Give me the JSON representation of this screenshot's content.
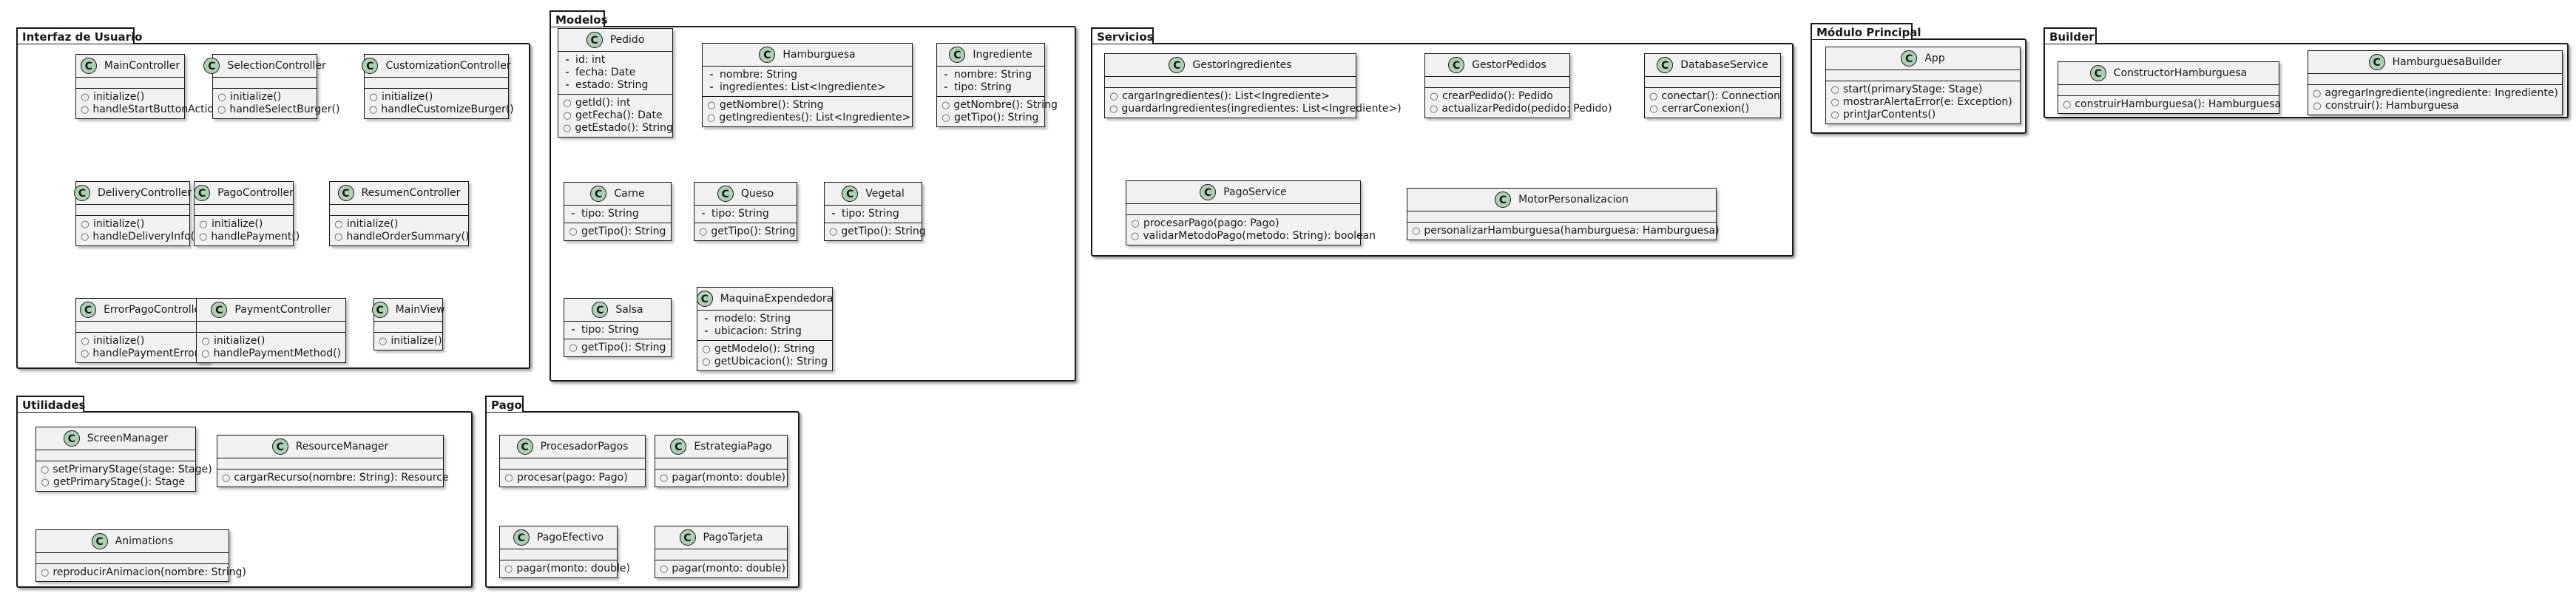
{
  "packages": [
    {
      "title": "Interfaz de Usuario",
      "classes": [
        {
          "name": "MainController",
          "attributes": [],
          "methods": [
            "initialize()",
            "handleStartButtonAction()"
          ]
        },
        {
          "name": "SelectionController",
          "attributes": [],
          "methods": [
            "initialize()",
            "handleSelectBurger()"
          ]
        },
        {
          "name": "CustomizationController",
          "attributes": [],
          "methods": [
            "initialize()",
            "handleCustomizeBurger()"
          ]
        },
        {
          "name": "DeliveryController",
          "attributes": [],
          "methods": [
            "initialize()",
            "handleDeliveryInfo()"
          ]
        },
        {
          "name": "PagoController",
          "attributes": [],
          "methods": [
            "initialize()",
            "handlePayment()"
          ]
        },
        {
          "name": "ResumenController",
          "attributes": [],
          "methods": [
            "initialize()",
            "handleOrderSummary()"
          ]
        },
        {
          "name": "ErrorPagoController",
          "attributes": [],
          "methods": [
            "initialize()",
            "handlePaymentError()"
          ]
        },
        {
          "name": "PaymentController",
          "attributes": [],
          "methods": [
            "initialize()",
            "handlePaymentMethod()"
          ]
        },
        {
          "name": "MainView",
          "attributes": [],
          "methods": [
            "initialize()"
          ]
        }
      ]
    },
    {
      "title": "Modelos",
      "classes": [
        {
          "name": "Pedido",
          "attributes": [
            "id: int",
            "fecha: Date",
            "estado: String"
          ],
          "methods": [
            "getId(): int",
            "getFecha(): Date",
            "getEstado(): String"
          ]
        },
        {
          "name": "Hamburguesa",
          "attributes": [
            "nombre: String",
            "ingredientes: List<Ingrediente>"
          ],
          "methods": [
            "getNombre(): String",
            "getIngredientes(): List<Ingrediente>"
          ]
        },
        {
          "name": "Ingrediente",
          "attributes": [
            "nombre: String",
            "tipo: String"
          ],
          "methods": [
            "getNombre(): String",
            "getTipo(): String"
          ]
        },
        {
          "name": "Carne",
          "attributes": [
            "tipo: String"
          ],
          "methods": [
            "getTipo(): String"
          ]
        },
        {
          "name": "Queso",
          "attributes": [
            "tipo: String"
          ],
          "methods": [
            "getTipo(): String"
          ]
        },
        {
          "name": "Vegetal",
          "attributes": [
            "tipo: String"
          ],
          "methods": [
            "getTipo(): String"
          ]
        },
        {
          "name": "Salsa",
          "attributes": [
            "tipo: String"
          ],
          "methods": [
            "getTipo(): String"
          ]
        },
        {
          "name": "MaquinaExpendedora",
          "attributes": [
            "modelo: String",
            "ubicacion: String"
          ],
          "methods": [
            "getModelo(): String",
            "getUbicacion(): String"
          ]
        }
      ]
    },
    {
      "title": "Servicios",
      "classes": [
        {
          "name": "GestorIngredientes",
          "attributes": [],
          "methods": [
            "cargarIngredientes(): List<Ingrediente>",
            "guardarIngredientes(ingredientes: List<Ingrediente>)"
          ]
        },
        {
          "name": "GestorPedidos",
          "attributes": [],
          "methods": [
            "crearPedido(): Pedido",
            "actualizarPedido(pedido: Pedido)"
          ]
        },
        {
          "name": "DatabaseService",
          "attributes": [],
          "methods": [
            "conectar(): Connection",
            "cerrarConexion()"
          ]
        },
        {
          "name": "PagoService",
          "attributes": [],
          "methods": [
            "procesarPago(pago: Pago)",
            "validarMetodoPago(metodo: String): boolean"
          ]
        },
        {
          "name": "MotorPersonalizacion",
          "attributes": [],
          "methods": [
            "personalizarHamburguesa(hamburguesa: Hamburguesa)"
          ]
        }
      ]
    },
    {
      "title": "Módulo Principal",
      "classes": [
        {
          "name": "App",
          "attributes": [],
          "methods": [
            "start(primaryStage: Stage)",
            "mostrarAlertaError(e: Exception)",
            "printJarContents()"
          ]
        }
      ]
    },
    {
      "title": "Builder",
      "classes": [
        {
          "name": "ConstructorHamburguesa",
          "attributes": [],
          "methods": [
            "construirHamburguesa(): Hamburguesa"
          ]
        },
        {
          "name": "HamburguesaBuilder",
          "attributes": [],
          "methods": [
            "agregarIngrediente(ingrediente: Ingrediente)",
            "construir(): Hamburguesa"
          ]
        }
      ]
    },
    {
      "title": "Utilidades",
      "classes": [
        {
          "name": "ScreenManager",
          "attributes": [],
          "methods": [
            "setPrimaryStage(stage: Stage)",
            "getPrimaryStage(): Stage"
          ]
        },
        {
          "name": "ResourceManager",
          "attributes": [],
          "methods": [
            "cargarRecurso(nombre: String): Resource"
          ]
        },
        {
          "name": "Animations",
          "attributes": [],
          "methods": [
            "reproducirAnimacion(nombre: String)"
          ]
        }
      ]
    },
    {
      "title": "Pago",
      "classes": [
        {
          "name": "ProcesadorPagos",
          "attributes": [],
          "methods": [
            "procesar(pago: Pago)"
          ]
        },
        {
          "name": "EstrategiaPago",
          "attributes": [],
          "methods": [
            "pagar(monto: double)"
          ]
        },
        {
          "name": "PagoEfectivo",
          "attributes": [],
          "methods": [
            "pagar(monto: double)"
          ]
        },
        {
          "name": "PagoTarjeta",
          "attributes": [],
          "methods": [
            "pagar(monto: double)"
          ]
        }
      ]
    }
  ],
  "class_badge": "C",
  "colors": {
    "badge": "#add1b2",
    "class_fill": "#f1f1f1",
    "border": "#181818"
  }
}
